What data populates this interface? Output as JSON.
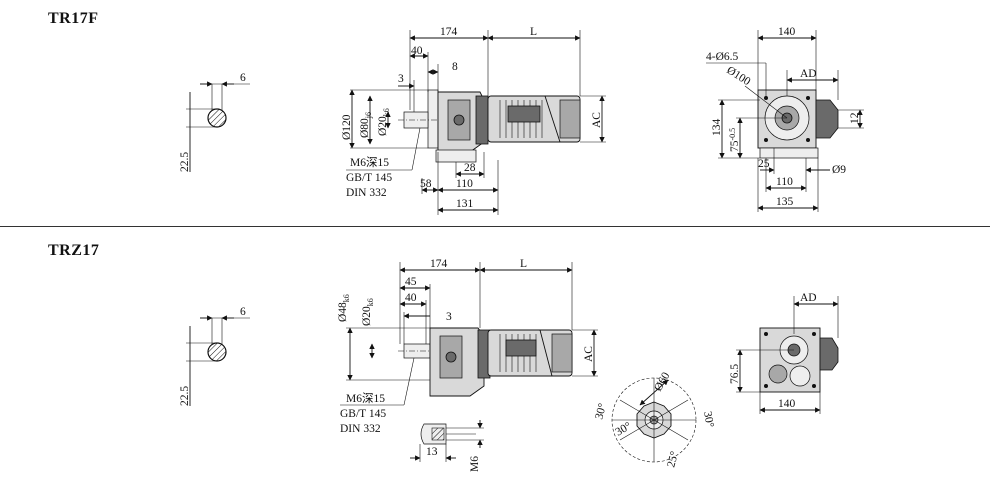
{
  "sections": [
    {
      "title": "TR17F",
      "key_dims": {
        "width": "6",
        "height": "22.5"
      },
      "side_dims": {
        "top": "174",
        "motor": "L",
        "d40": "40",
        "d8": "8",
        "d3": "3",
        "dia120": "Ø120",
        "dia80": "Ø80",
        "dia80_sub": "j6",
        "dia20": "Ø20",
        "dia20_sub": "k6",
        "ac": "AC",
        "thread": "M6深15",
        "std1": "GB/T 145",
        "std2": "DIN 332",
        "d28": "28",
        "d58": "58",
        "d110": "110",
        "d131": "131"
      },
      "end_dims": {
        "top": "140",
        "holes": "4-Ø6.5",
        "pcd": "Ø100",
        "ad": "AD",
        "h134": "134",
        "h75": "75",
        "h75_sub": "-0.5",
        "h12": "12",
        "d25": "25",
        "d9": "Ø9",
        "d110": "110",
        "d135": "135"
      }
    },
    {
      "title": "TRZ17",
      "key_dims": {
        "width": "6",
        "height": "22.5"
      },
      "side_dims": {
        "top": "174",
        "motor": "L",
        "dia48": "Ø48",
        "dia48_sub": "k6",
        "dia20": "Ø20",
        "dia20_sub": "k6",
        "d45": "45",
        "d40": "40",
        "d3": "3",
        "ac": "AC",
        "thread": "M6深15",
        "std1": "GB/T 145",
        "std2": "DIN 332",
        "d13": "13",
        "m6": "M6"
      },
      "flange_dims": {
        "dia60": "Ø60",
        "a30a": "30°",
        "a30b": "30°",
        "a30c": "30°",
        "a25": "25°"
      },
      "end_dims": {
        "ad": "AD",
        "h76": "76.5",
        "d140": "140"
      }
    }
  ]
}
